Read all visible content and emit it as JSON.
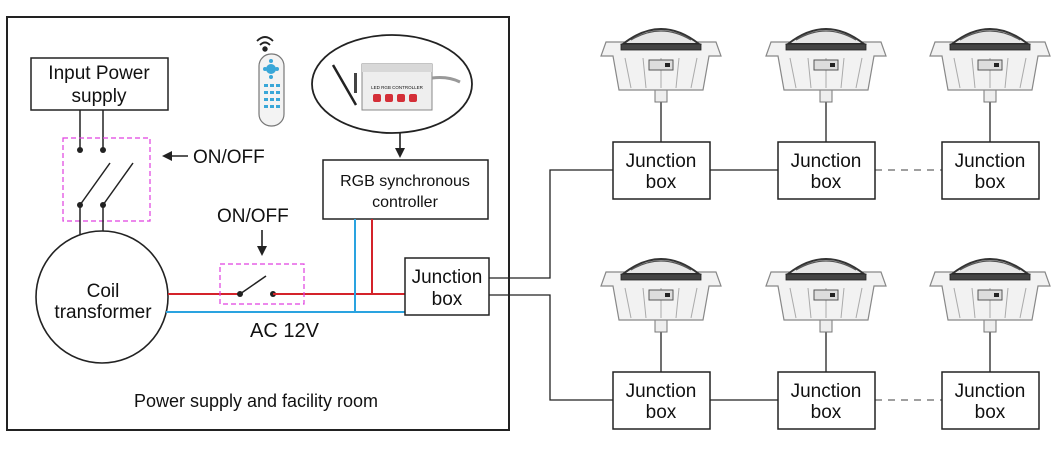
{
  "colors": {
    "wire_red": "#d4232a",
    "wire_blue": "#2aa3e0",
    "dashed_magenta": "#e040e0",
    "line": "#222222"
  },
  "room": {
    "caption": "Power supply and facility room"
  },
  "input_power": {
    "line1": "Input Power",
    "line2": "supply"
  },
  "switch_main": {
    "label": "ON/OFF"
  },
  "switch_ac": {
    "label": "ON/OFF"
  },
  "coil": {
    "line1": "Coil",
    "line2": "transformer"
  },
  "ac_label": "AC 12V",
  "rgb": {
    "line1": "RGB synchronous",
    "line2": "controller"
  },
  "controller_device": {
    "text": "LED RGB CONTROLLER"
  },
  "junction_main": {
    "line1": "Junction",
    "line2": "box"
  },
  "junctions": [
    {
      "line1": "Junction",
      "line2": "box"
    },
    {
      "line1": "Junction",
      "line2": "box"
    },
    {
      "line1": "Junction",
      "line2": "box"
    },
    {
      "line1": "Junction",
      "line2": "box"
    },
    {
      "line1": "Junction",
      "line2": "box"
    },
    {
      "line1": "Junction",
      "line2": "box"
    }
  ],
  "icons": [
    "wifi-icon",
    "remote-control-icon",
    "pool-light-icon",
    "arrow-left-icon",
    "arrow-down-icon"
  ]
}
